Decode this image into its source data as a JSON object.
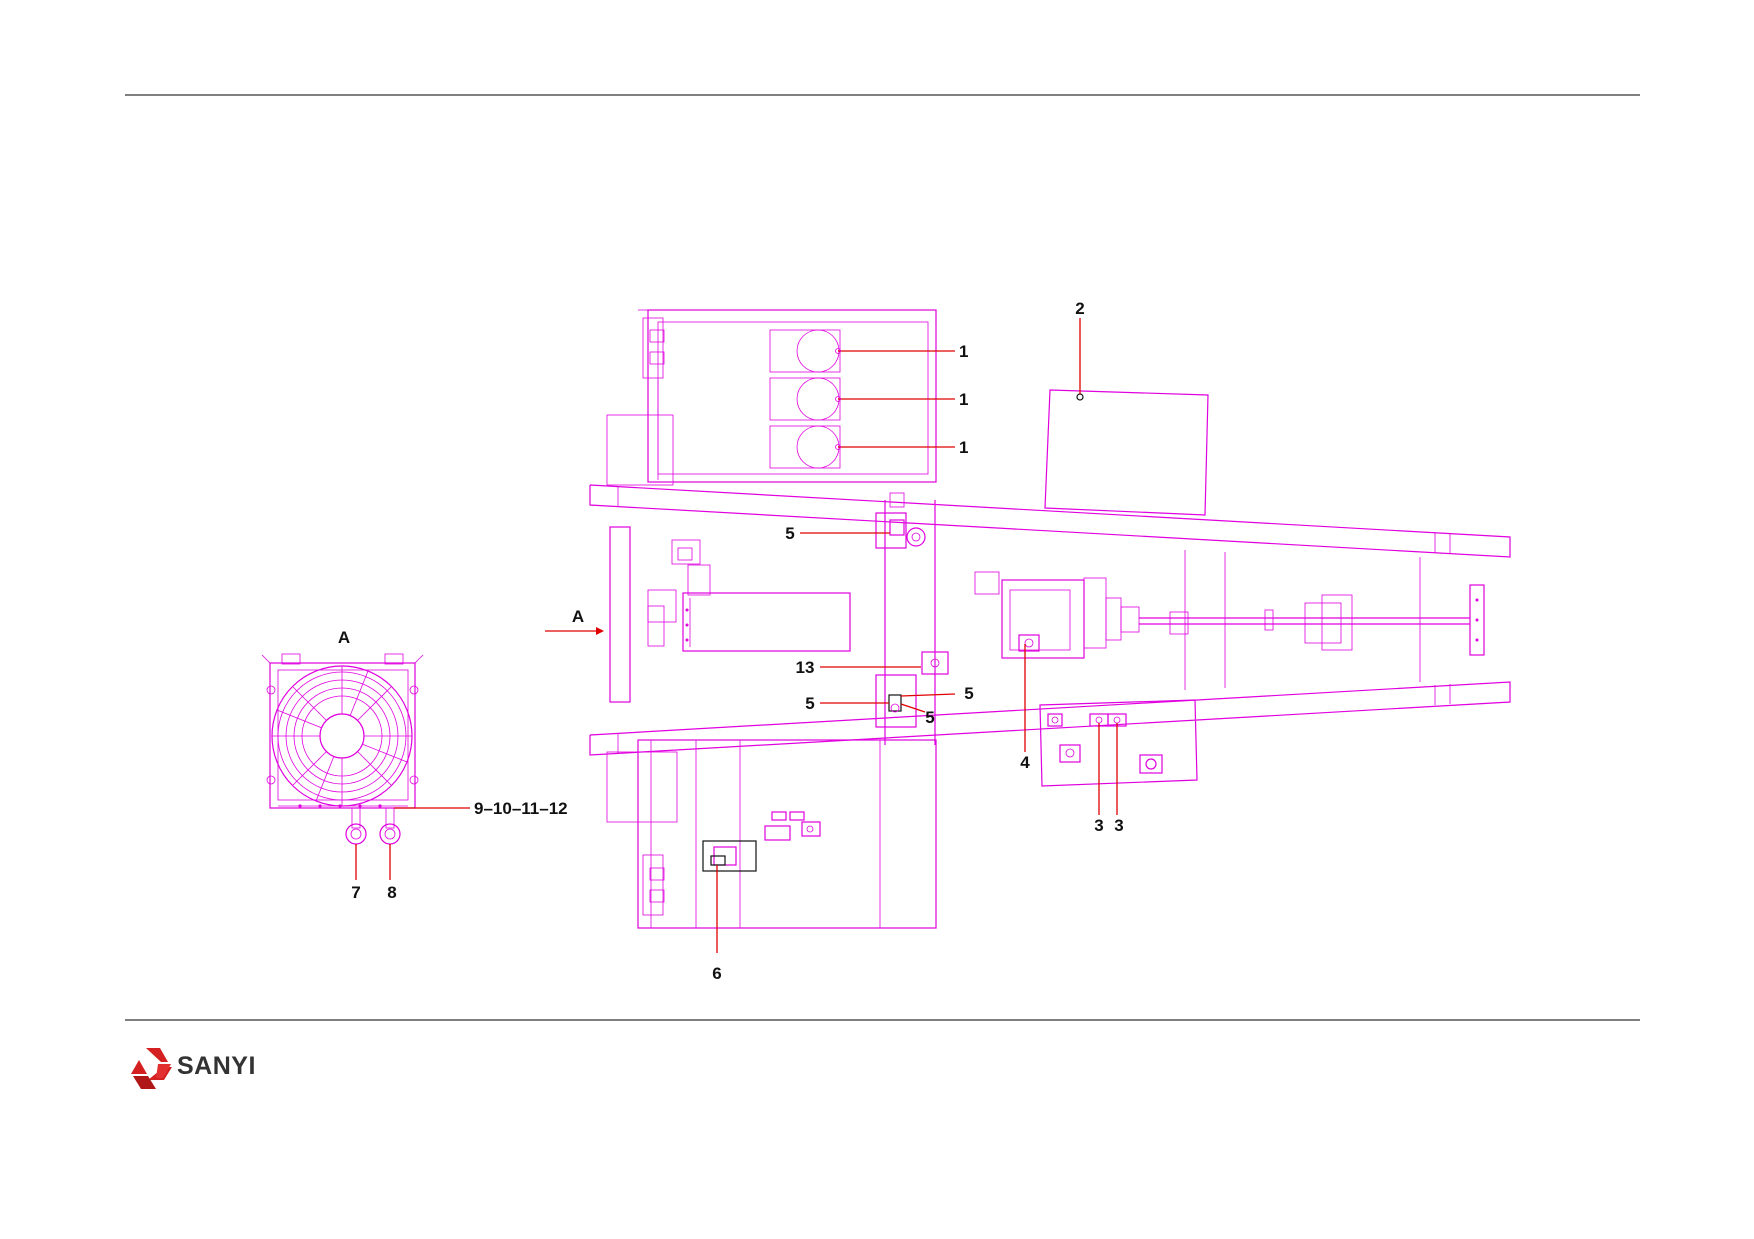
{
  "colors": {
    "linework": "#e000e0",
    "leader": "#e00000",
    "label": "#111111",
    "brand_red": "#d42020"
  },
  "brand": {
    "name": "SANYI"
  },
  "view": {
    "detail_title": "A",
    "view_arrow_label": "A"
  },
  "callouts": {
    "c1_top": "1",
    "c1_mid": "1",
    "c1_bot": "1",
    "c2": "2",
    "c3_left": "3",
    "c3_right": "3",
    "c4": "4",
    "c5_upper": "5",
    "c5_left": "5",
    "c5_right": "5",
    "c5_lower": "5",
    "c6": "6",
    "c7": "7",
    "c8": "8",
    "c9_12": "9–10–11–12",
    "c13": "13"
  }
}
